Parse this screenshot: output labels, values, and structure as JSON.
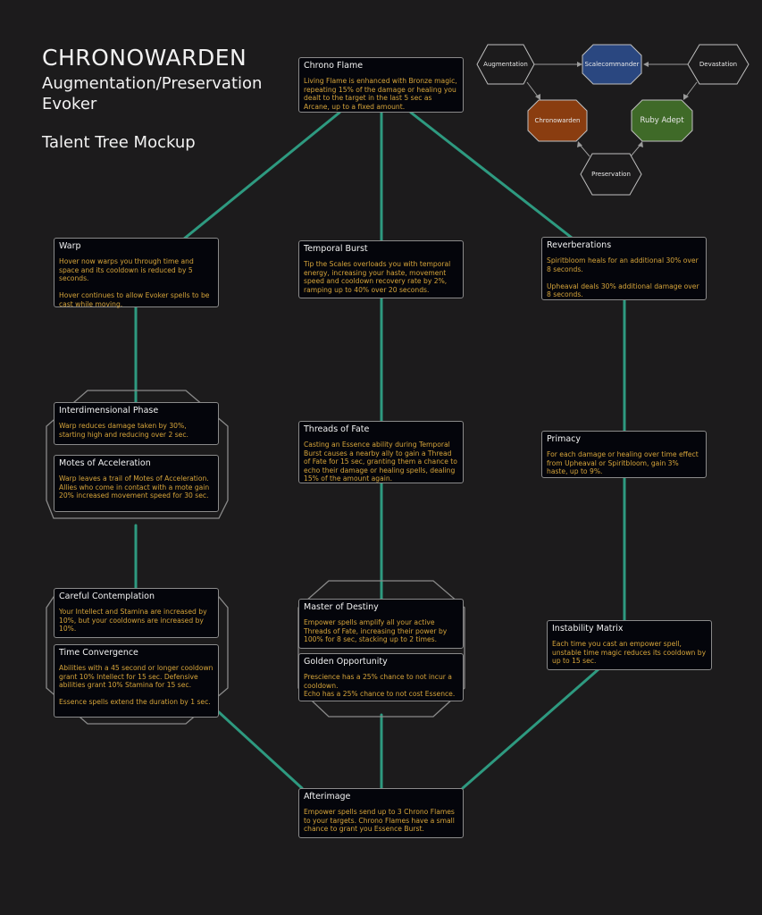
{
  "header": {
    "title": "CHRONOWARDEN",
    "subtitle": "Augmentation/Preservation Evoker",
    "mockup_label": "Talent Tree Mockup"
  },
  "colors": {
    "background": "#1c1b1c",
    "connector": "#2e9a80",
    "node_fill": "#04050b",
    "node_border": "#8a8a8a",
    "talent_name": "#f2f2f2",
    "talent_desc": "#d6a43a",
    "scalecommander": "#2a4780",
    "chronowarden": "#8a3d10",
    "ruby_adept": "#3f6a28"
  },
  "spec_map": {
    "augmentation": "Augmentation",
    "scalecommander": "Scalecommander",
    "devastation": "Devastation",
    "chronowarden": "Chronowarden",
    "ruby_adept": "Ruby Adept",
    "preservation": "Preservation"
  },
  "talents": {
    "chrono_flame": {
      "name": "Chrono Flame",
      "desc": "Living Flame is enhanced with Bronze magic, repeating 15% of the damage or healing you dealt to the target in the last 5 sec as Arcane, up to a fixed amount."
    },
    "warp": {
      "name": "Warp",
      "desc": "Hover now warps you through time and space and its cooldown is reduced by 5 seconds.\n\nHover continues to allow Evoker spells to be cast while moving."
    },
    "temporal_burst": {
      "name": "Temporal Burst",
      "desc": "Tip the Scales overloads you with temporal energy, increasing your haste, movement speed and cooldown recovery rate by 2%, ramping up to 40% over 20 seconds."
    },
    "reverberations": {
      "name": "Reverberations",
      "desc": "Spiritbloom heals for an additional 30% over 8 seconds.\n\nUpheaval deals 30% additional damage over 8 seconds."
    },
    "interdimensional_phase": {
      "name": "Interdimensional Phase",
      "desc": "Warp reduces damage taken by 30%, starting high and reducing over 2 sec."
    },
    "motes_of_acceleration": {
      "name": "Motes of Acceleration",
      "desc": "Warp leaves a trail of Motes of Acceleration. Allies who come in contact with a mote gain 20% increased movement speed for 30 sec."
    },
    "threads_of_fate": {
      "name": "Threads of Fate",
      "desc": "Casting an Essence ability during Temporal Burst causes a nearby ally to gain a Thread of Fate for 15 sec, granting them a chance to echo their damage or healing spells, dealing 15% of the amount again."
    },
    "primacy": {
      "name": "Primacy",
      "desc": "For each damage or healing over time effect from Upheaval or Spiritbloom, gain 3% haste, up to 9%."
    },
    "careful_contemplation": {
      "name": "Careful Contemplation",
      "desc": "Your Intellect and Stamina are increased by 10%, but your cooldowns are increased by 10%."
    },
    "time_convergence": {
      "name": "Time Convergence",
      "desc": "Abilities with a 45 second or longer cooldown grant 10% Intellect for 15 sec. Defensive abilities grant 10% Stamina for 15 sec.\n\nEssence spells extend the duration by 1 sec."
    },
    "master_of_destiny": {
      "name": "Master of Destiny",
      "desc": "Empower spells amplify all your active Threads of Fate, increasing their power by 100% for 8 sec, stacking up to 2 times."
    },
    "golden_opportunity": {
      "name": "Golden Opportunity",
      "desc": "Prescience has a 25% chance to not incur a cooldown.\nEcho has a 25% chance to not cost Essence."
    },
    "instability_matrix": {
      "name": "Instability Matrix",
      "desc": "Each time you cast an empower spell, unstable time magic reduces its cooldown by up to 15 sec."
    },
    "afterimage": {
      "name": "Afterimage",
      "desc": "Empower spells send up to 3 Chrono Flames to your targets. Chrono Flames have a small chance to grant you Essence Burst."
    }
  }
}
